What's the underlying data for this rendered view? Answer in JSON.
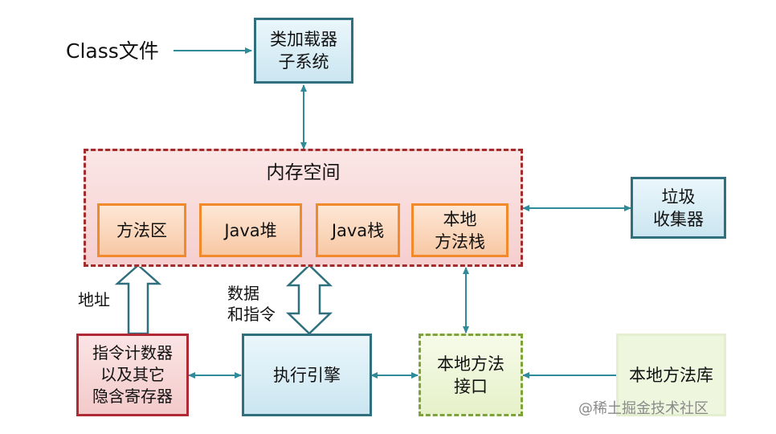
{
  "class_file": "Class文件",
  "class_loader": "类加载器\n子系统",
  "memory": {
    "title": "内存空间",
    "method_area": "方法区",
    "java_heap": "Java堆",
    "java_stack": "Java栈",
    "native_stack": "本地\n方法栈"
  },
  "gc": "垃圾\n收集器",
  "pc_register": "指令计数器\n以及其它\n隐含寄存器",
  "execution_engine": "执行引擎",
  "native_interface": "本地方法\n接口",
  "native_library": "本地方法库",
  "label_address": "地址",
  "label_data": "数据\n和指令",
  "watermark": "@稀土掘金技术社区",
  "colors": {
    "arrow": "#2f8a9a",
    "blue_border": "#2f6f7e",
    "orange_border": "#f28a2c",
    "memory_border": "#a32c2c",
    "pc_border": "#b02a35",
    "native_if_border": "#7ea33a"
  }
}
